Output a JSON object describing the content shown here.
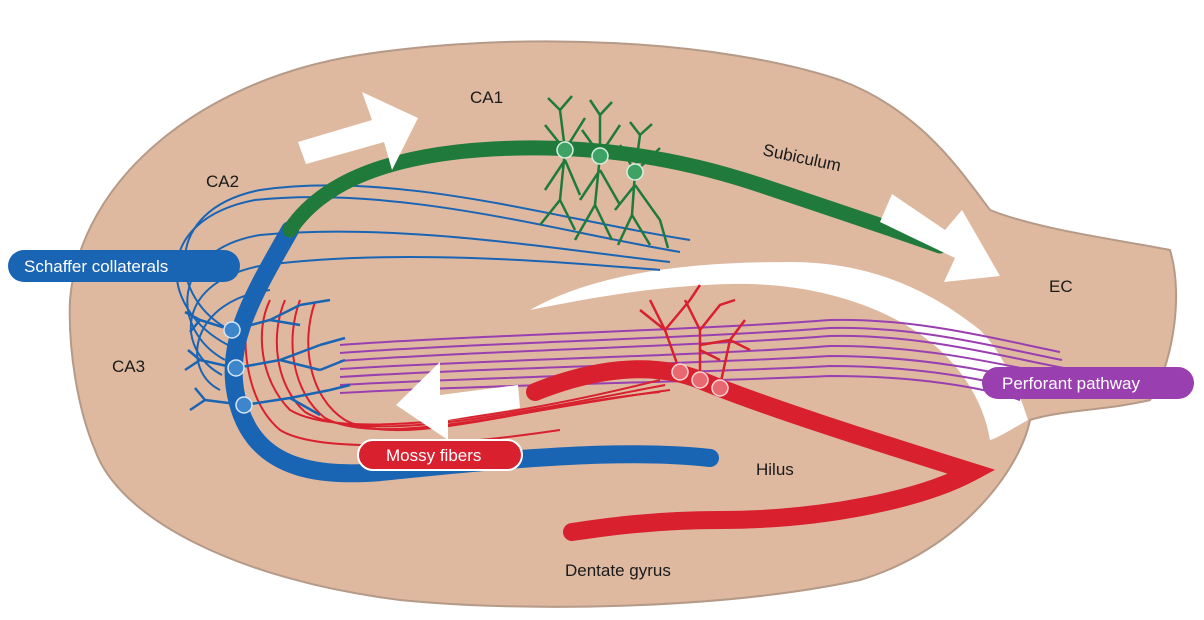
{
  "labels": {
    "ca1": "CA1",
    "ca2": "CA2",
    "ca3": "CA3",
    "subiculum": "Subiculum",
    "ec": "EC",
    "hilus": "Hilus",
    "dentate_gyrus": "Dentate gyrus"
  },
  "pills": {
    "schaffer": "Schaffer collaterals",
    "mossy": "Mossy fibers",
    "perforant": "Perforant pathway"
  },
  "colors": {
    "tissue": "#deb9a0",
    "tissue_outline": "#b59a88",
    "ca1_green": "#1f7a3c",
    "schaffer_blue": "#1a64b4",
    "mossy_red": "#d8202e",
    "perforant_purple": "#9a3fb0",
    "arrow": "#ffffff"
  }
}
